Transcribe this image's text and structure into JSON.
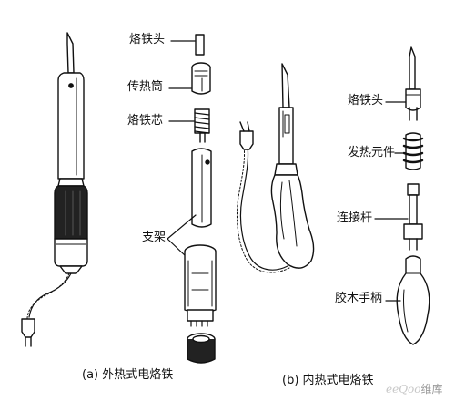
{
  "labels": {
    "tip_ext": "烙铁头",
    "tube": "传热筒",
    "core": "烙铁芯",
    "bracket": "支架",
    "tip_int": "烙铁头",
    "heater": "发热元件",
    "rod": "连接杆",
    "handle": "胶木手柄"
  },
  "captions": {
    "a": "(a)  外热式电烙铁",
    "b": "(b)  内热式电烙铁"
  },
  "watermark": {
    "en": "eeQoo",
    "zh": "维库"
  },
  "colors": {
    "ink": "#111111",
    "background": "#ffffff",
    "watermark": "#c8c8c8"
  }
}
